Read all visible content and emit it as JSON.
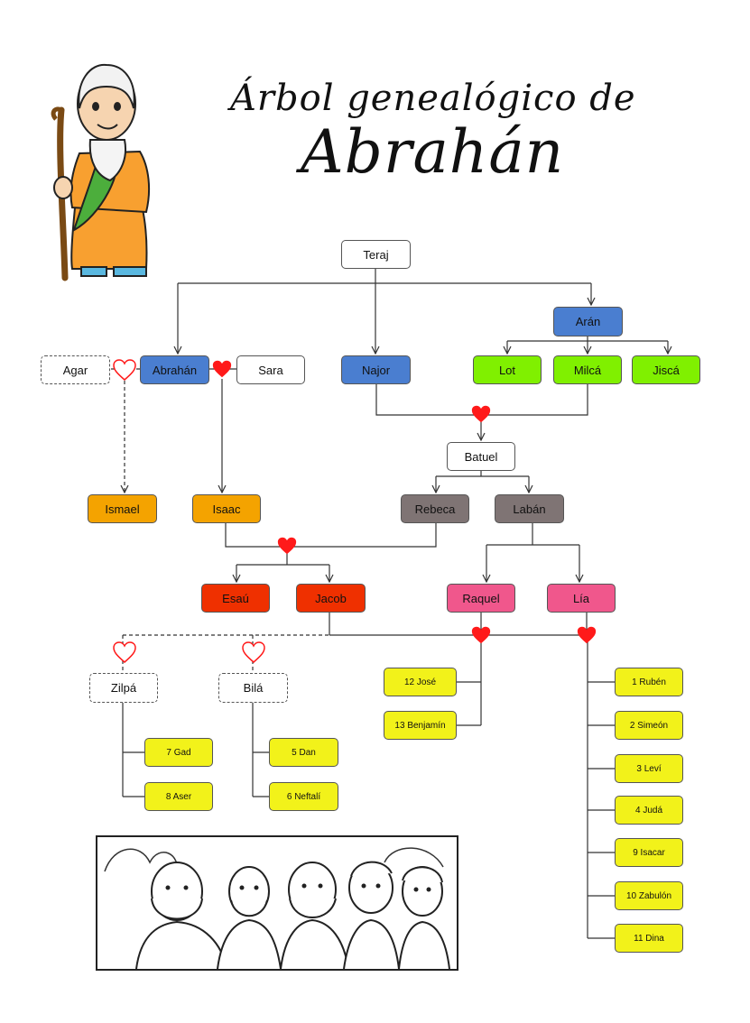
{
  "title": {
    "line1": "Árbol genealógico de",
    "line2": "Abrahán"
  },
  "colors": {
    "white": "#ffffff",
    "blue": "#4a7ed0",
    "green": "#80f000",
    "orange": "#f4a300",
    "gray": "#7f7474",
    "red": "#ef3000",
    "pink": "#f0578c",
    "yellow": "#f2f21a",
    "heart_red": "#ff1a1a"
  },
  "nodes": {
    "teraj": "Teraj",
    "agar": "Agar",
    "abrahan": "Abrahán",
    "sara": "Sara",
    "najor": "Najor",
    "aran": "Arán",
    "lot": "Lot",
    "milca": "Milcá",
    "jisca": "Jiscá",
    "batuel": "Batuel",
    "ismael": "Ismael",
    "isaac": "Isaac",
    "rebeca": "Rebeca",
    "laban": "Labán",
    "esau": "Esaú",
    "jacob": "Jacob",
    "raquel": "Raquel",
    "lia": "Lía",
    "zilpa": "Zilpá",
    "bila": "Bilá",
    "jose": "12 José",
    "benjamin": "13 Benjamín",
    "gad": "7 Gad",
    "aser": "8 Aser",
    "dan": "5 Dan",
    "neftali": "6 Neftalí",
    "ruben": "1 Rubén",
    "simeon": "2 Simeón",
    "levi": "3 Leví",
    "juda": "4 Judá",
    "isacar": "9 Isacar",
    "zabulon": "10 Zabulón",
    "dina": "11 Dina"
  },
  "icons": {
    "heart_full": "heart-icon",
    "heart_outline": "heart-outline-icon",
    "abraham_illustration": "old-man-with-staff-illustration",
    "sons_illustration": "group-of-men-illustration"
  }
}
